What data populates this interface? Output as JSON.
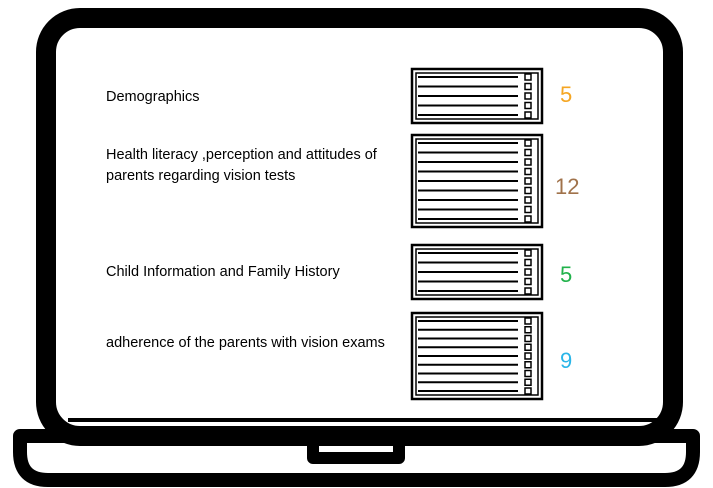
{
  "sections": [
    {
      "label": "Demographics",
      "count": "5",
      "color": "#f5a623",
      "lines": 5
    },
    {
      "label": "Health literacy ,perception and attitudes of parents regarding vision tests",
      "count": "12",
      "color": "#a0724a",
      "lines": 9
    },
    {
      "label": "Child Information and Family History",
      "count": "5",
      "color": "#21b24b",
      "lines": 5
    },
    {
      "label": "adherence of the parents with vision exams",
      "count": "9",
      "color": "#29b5e8",
      "lines": 9
    }
  ],
  "icons": {
    "laptop": "laptop-icon",
    "questionnaire": "questionnaire-form-icon"
  }
}
